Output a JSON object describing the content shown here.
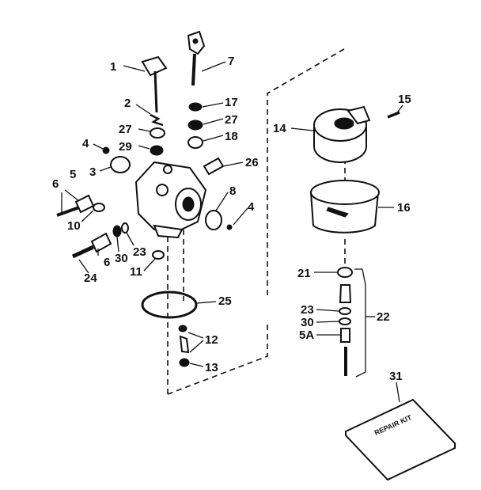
{
  "callouts": {
    "c1": "1",
    "c2": "2",
    "c3": "3",
    "c4a": "4",
    "c4b": "4",
    "c5": "5",
    "c5a": "5A",
    "c6a": "6",
    "c6b": "6",
    "c7": "7",
    "c8": "8",
    "c10": "10",
    "c11": "11",
    "c12": "12",
    "c13": "13",
    "c14": "14",
    "c15": "15",
    "c16": "16",
    "c17": "17",
    "c18": "18",
    "c21": "21",
    "c22": "22",
    "c23a": "23",
    "c23b": "23",
    "c24": "24",
    "c25": "25",
    "c26": "26",
    "c27a": "27",
    "c27b": "27",
    "c29": "29",
    "c30a": "30",
    "c30b": "30",
    "c31": "31"
  },
  "kit_card_text": "REPAIR KIT"
}
